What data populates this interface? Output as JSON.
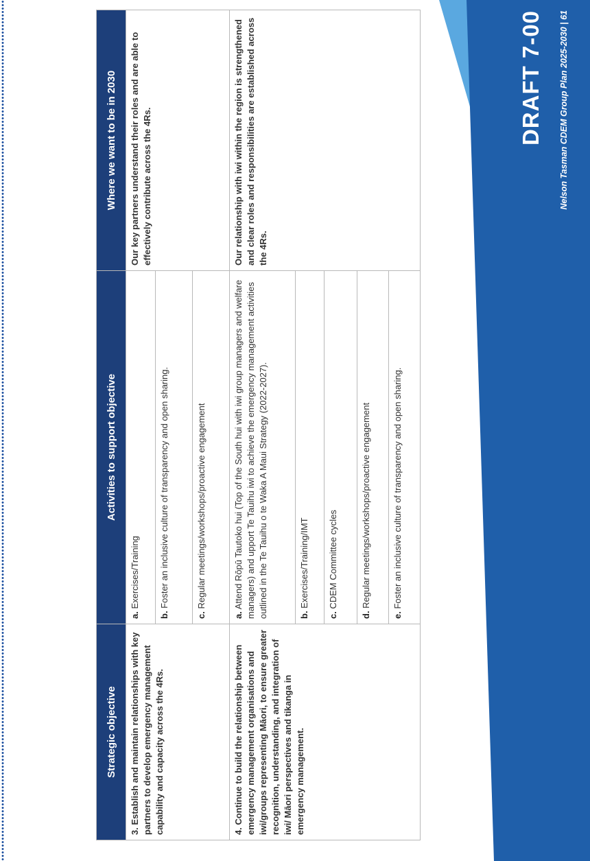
{
  "table": {
    "headers": {
      "objective": "Strategic objective",
      "activities": "Activities to support objective",
      "goal": "Where we want to be in 2030"
    },
    "rows": [
      {
        "objective": "3. Establish and maintain relationships with key partners to develop emergency management capability and capacity across the 4Rs.",
        "activities": [
          {
            "letter": "a.",
            "text": " Exercises/Training"
          },
          {
            "letter": "b.",
            "text": " Foster an inclusive culture of transparency and open sharing."
          },
          {
            "letter": "c.",
            "text": " Regular meetings/workshops/proactive engagement"
          }
        ],
        "goal": "Our key partners understand their roles and are able to effectively contribute across the 4Rs."
      },
      {
        "objective": "4. Continue to build the relationship between emergency management organisations and iwi/groups representing Māori, to ensure greater recognition, understanding, and integration of iwi/ Māori perspectives and tikanga in emergency management.",
        "activities": [
          {
            "letter": "a.",
            "text": " Attend Rōpū Tautoko hui (Top of the South hui with iwi group managers and welfare managers) and upport Te Tauihu iwi to achieve the emergency management activities outlined in the Te Tauihu o te Waka A Maui Strategy (2022-2027)."
          },
          {
            "letter": "b.",
            "text": " Exercises/Training/IMT"
          },
          {
            "letter": "c.",
            "text": " CDEM Committee cycles"
          },
          {
            "letter": "d.",
            "text": " Regular meetings/workshops/proactive engagement"
          },
          {
            "letter": "e.",
            "text": " Foster an inclusive culture of transparency and open sharing."
          }
        ],
        "goal": "Our relationship with iwi within the region is strengthened and clear roles and responsibilities are established across the 4Rs."
      }
    ]
  },
  "draft_label": "DRAFT 7-00",
  "footer": "Nelson Tasman CDEM Group Plan 2025-2030 | 61",
  "colors": {
    "header_bg": "#1d3f7a",
    "objective_text": "#1f8dd6",
    "corner_blue": "#1f5faa",
    "corner_light": "#5aa8e0"
  }
}
